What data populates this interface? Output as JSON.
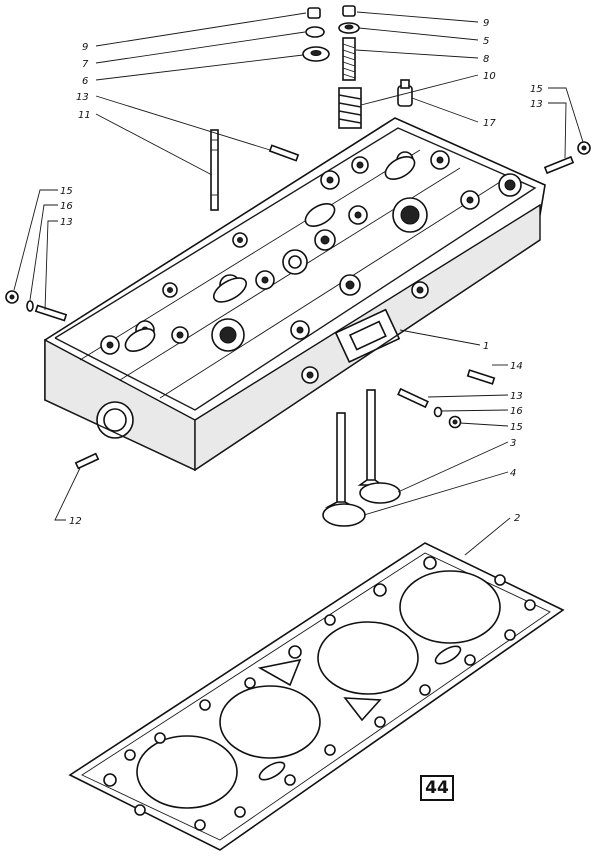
{
  "labels": {
    "l9a": "9",
    "l5": "5",
    "l8": "8",
    "l10": "10",
    "l17": "17",
    "l9b": "9",
    "l7": "7",
    "l6": "6",
    "l13a": "13",
    "l11": "11",
    "l15a": "15",
    "l13b": "13",
    "l15b": "15",
    "l16a": "16",
    "l13c": "13",
    "l1": "1",
    "l14": "14",
    "l13d": "13",
    "l16b": "16",
    "l15c": "15",
    "l3": "3",
    "l4": "4",
    "l12": "12",
    "l2": "2"
  },
  "page_number": "44"
}
